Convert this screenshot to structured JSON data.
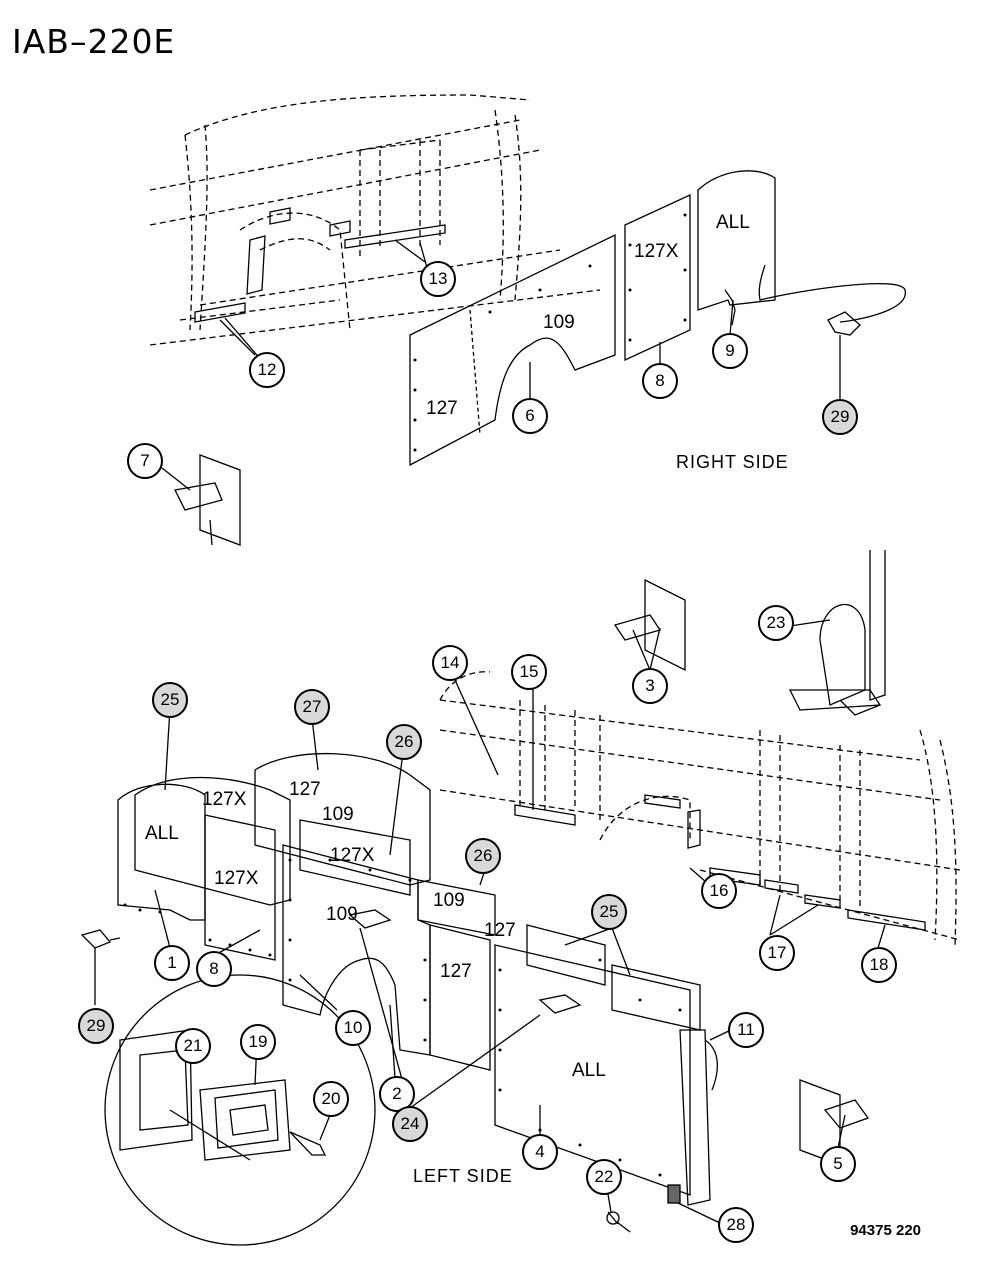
{
  "title": "IAB–220E",
  "figure_code": "94375  220",
  "side_labels": {
    "right": "RIGHT  SIDE",
    "left": "LEFT  SIDE"
  },
  "panel_labels": {
    "right_all": "ALL",
    "right_127x": "127X",
    "right_109": "109",
    "right_127": "127",
    "left_all_front": "ALL",
    "left_127x_a": "127X",
    "left_127x_b": "127X",
    "left_127_top": "127",
    "left_109_top": "109",
    "left_127x_c": "127X",
    "left_109_mid": "109",
    "left_109_b": "109",
    "left_127_b": "127",
    "left_127_c": "127",
    "left_all_rear": "ALL"
  },
  "callouts": {
    "c1": "1",
    "c2": "2",
    "c3": "3",
    "c4": "4",
    "c5": "5",
    "c6": "6",
    "c7": "7",
    "c8a": "8",
    "c8b": "8",
    "c9": "9",
    "c10": "10",
    "c11": "11",
    "c12": "12",
    "c13": "13",
    "c14": "14",
    "c15": "15",
    "c16": "16",
    "c17": "17",
    "c18": "18",
    "c19": "19",
    "c20": "20",
    "c21": "21",
    "c22": "22",
    "c23": "23",
    "c24": "24",
    "c25a": "25",
    "c25b": "25",
    "c26a": "26",
    "c26b": "26",
    "c27": "27",
    "c28": "28",
    "c29a": "29",
    "c29b": "29"
  }
}
